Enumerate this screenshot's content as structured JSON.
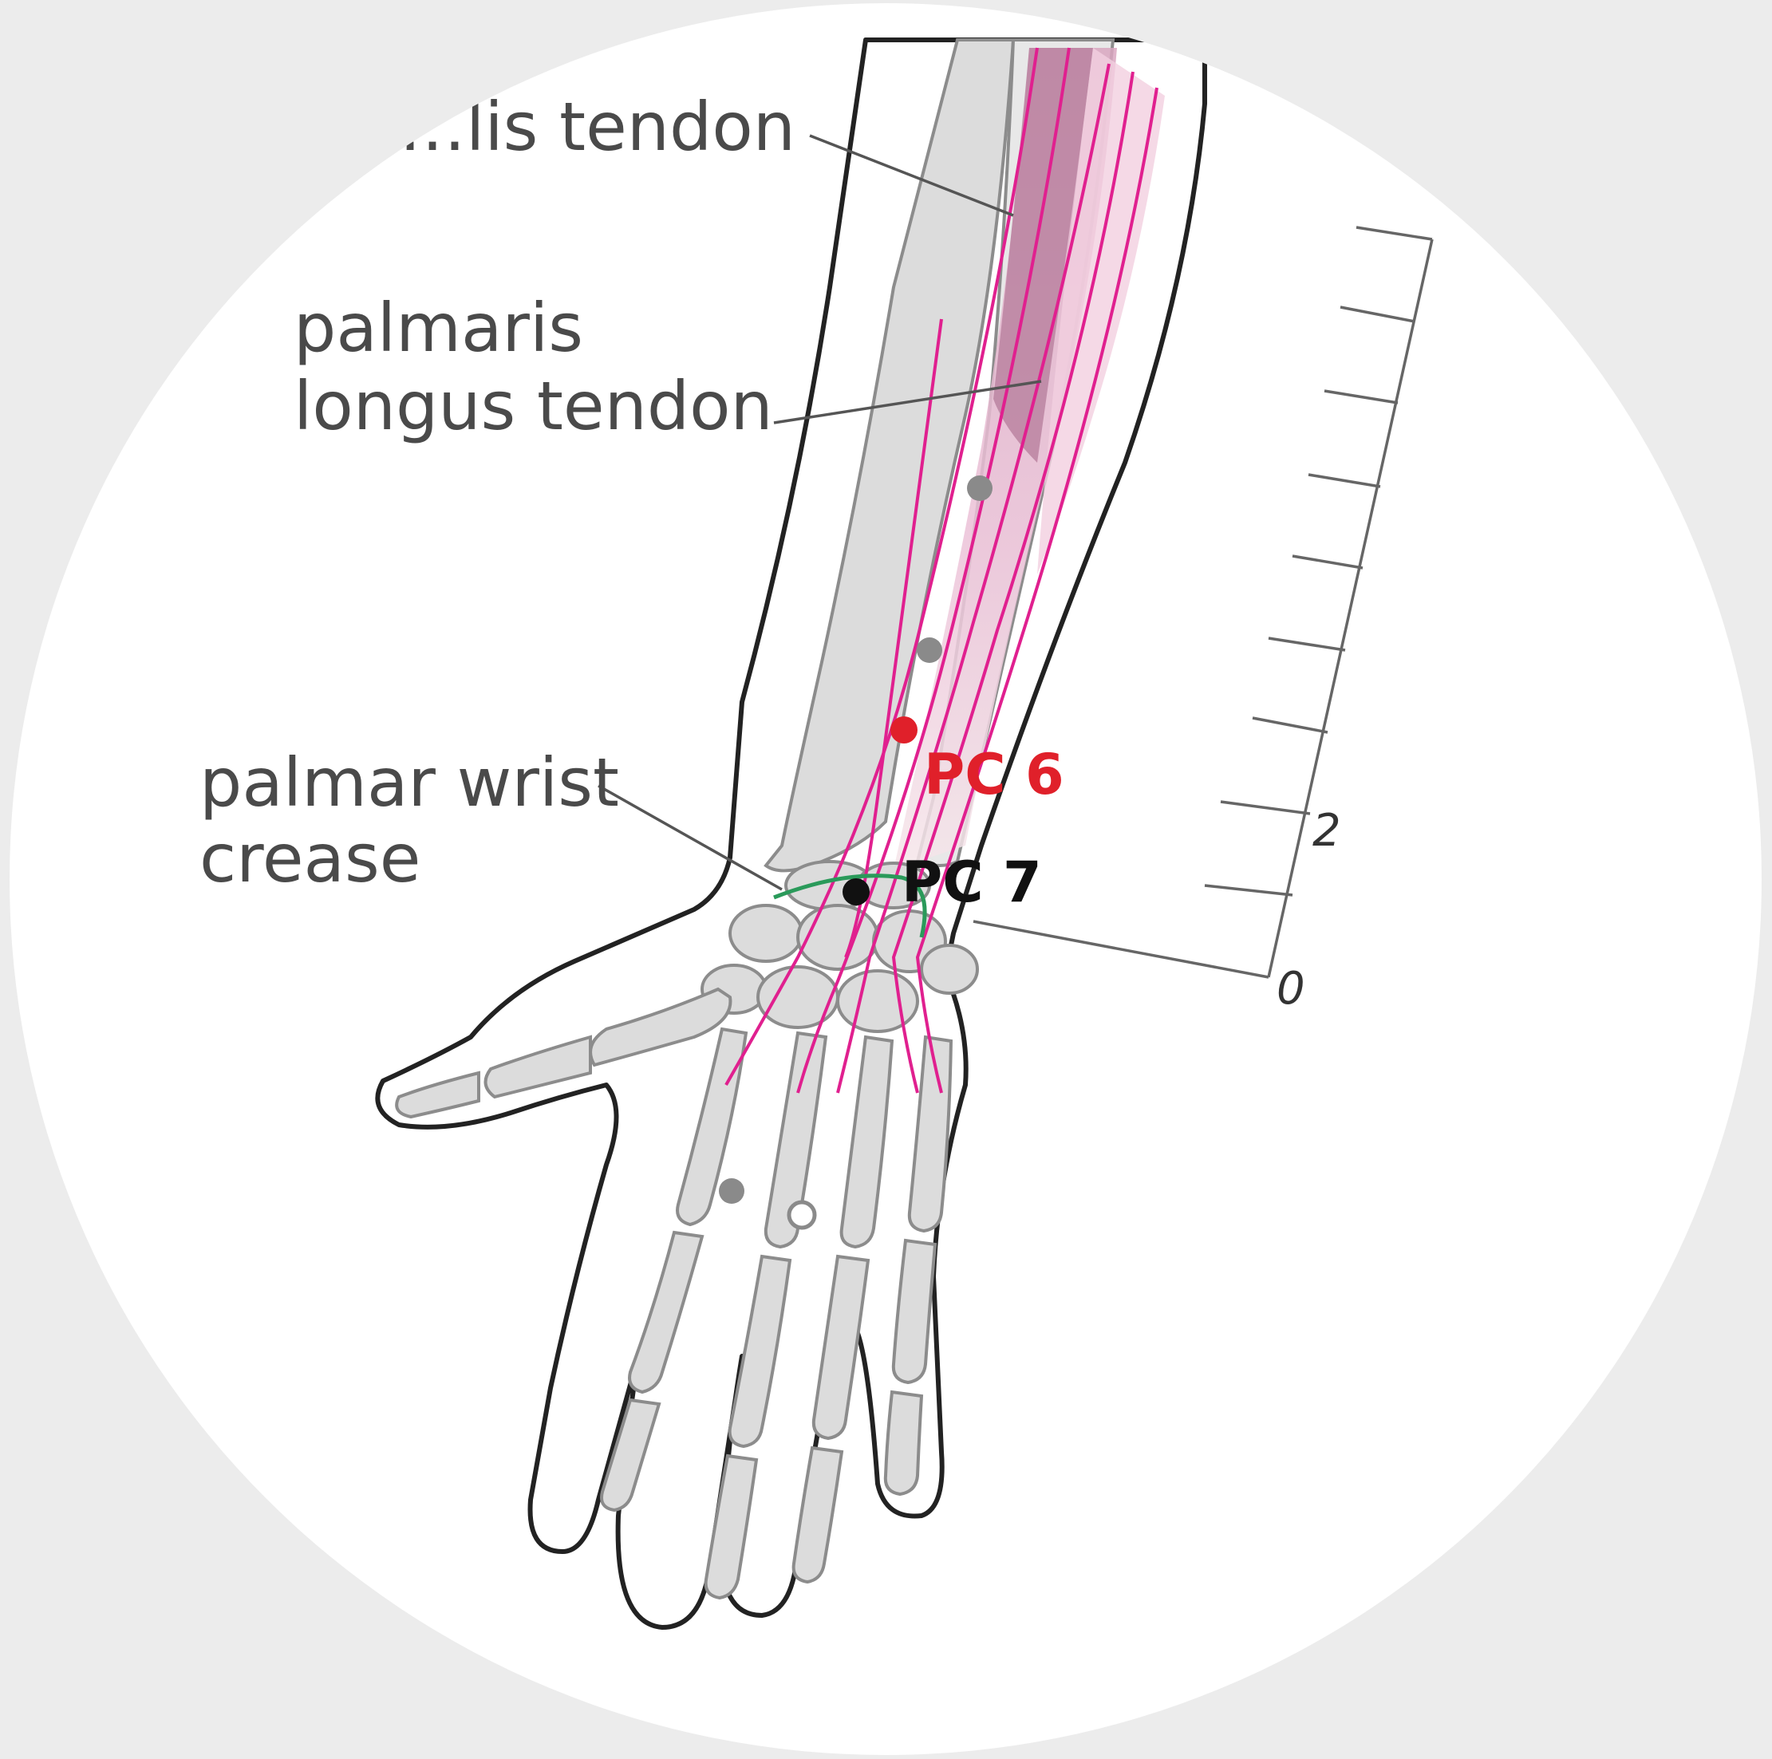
{
  "labels": {
    "tendon_top_partial": "…lis tendon",
    "palmaris_line1": "palmaris",
    "palmaris_line2": "longus tendon",
    "crease_line1": "palmar wrist",
    "crease_line2": "crease"
  },
  "points": {
    "pc6": {
      "label": "PC 6",
      "color": "#e0202a"
    },
    "pc7": {
      "label": "PC 7",
      "color": "#111111"
    }
  },
  "scale": {
    "label_2": "2",
    "label_0": "0"
  },
  "colors": {
    "background": "#ececec",
    "circle": "#ffffff",
    "bone": "#dcdcdc",
    "bone_outline": "#8c8c8c",
    "skin_outline": "#222222",
    "tendon_fill": "#ecbfd5",
    "tendon_dark": "#b8809e",
    "nerve_lines": "#e0208f",
    "crease": "#2a9a5a"
  }
}
